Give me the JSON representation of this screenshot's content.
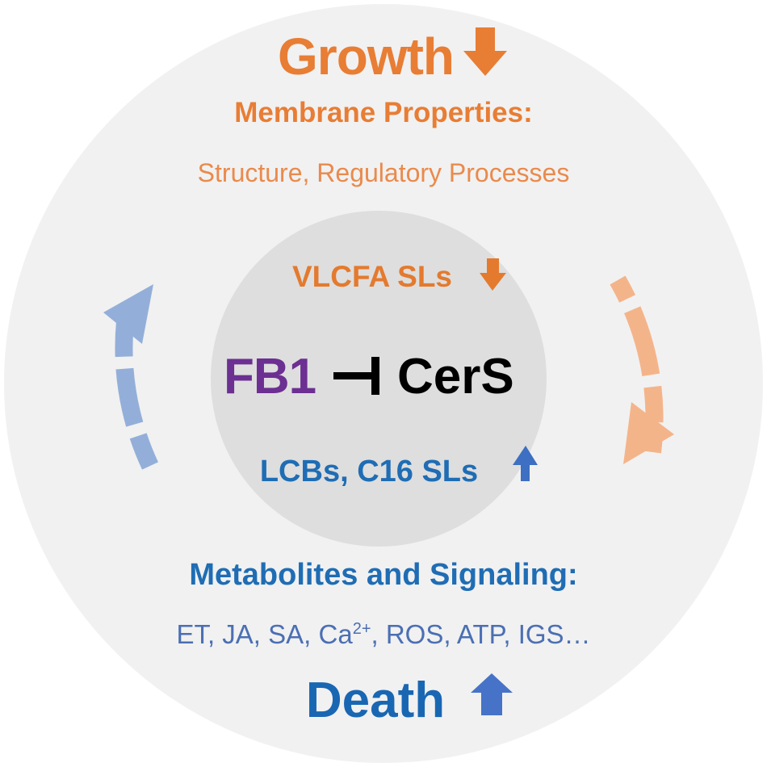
{
  "outer_ring": {
    "growth_label": "Growth",
    "membrane_heading": "Membrane Properties:",
    "membrane_detail": "Structure, Regulatory Processes",
    "metabolites_heading": "Metabolites and Signaling:",
    "signals": {
      "before_superscript": "ET, JA, SA, Ca",
      "superscript": "2+",
      "after_superscript": ", ROS, ATP, IGS…"
    },
    "death_label": "Death"
  },
  "inner_circle": {
    "vlcfa_label": "VLCFA SLs",
    "inhibitor": "FB1",
    "target": "CerS",
    "lcbs_label": "LCBs, C16 SLs"
  },
  "colors": {
    "orange": "#e87d34",
    "light_orange": "#f4b48a",
    "blue": "#1f6db4",
    "light_blue": "#93afd9",
    "purple": "#6c2f92",
    "outer_circle": "#f1f1f1",
    "inner_circle": "#dedede"
  },
  "icons": {
    "growth": "down-arrow-icon",
    "vlcfa": "down-arrow-icon",
    "lcbs": "up-arrow-icon",
    "death": "up-arrow-icon",
    "inhibition": "inhibition-bar-icon"
  }
}
